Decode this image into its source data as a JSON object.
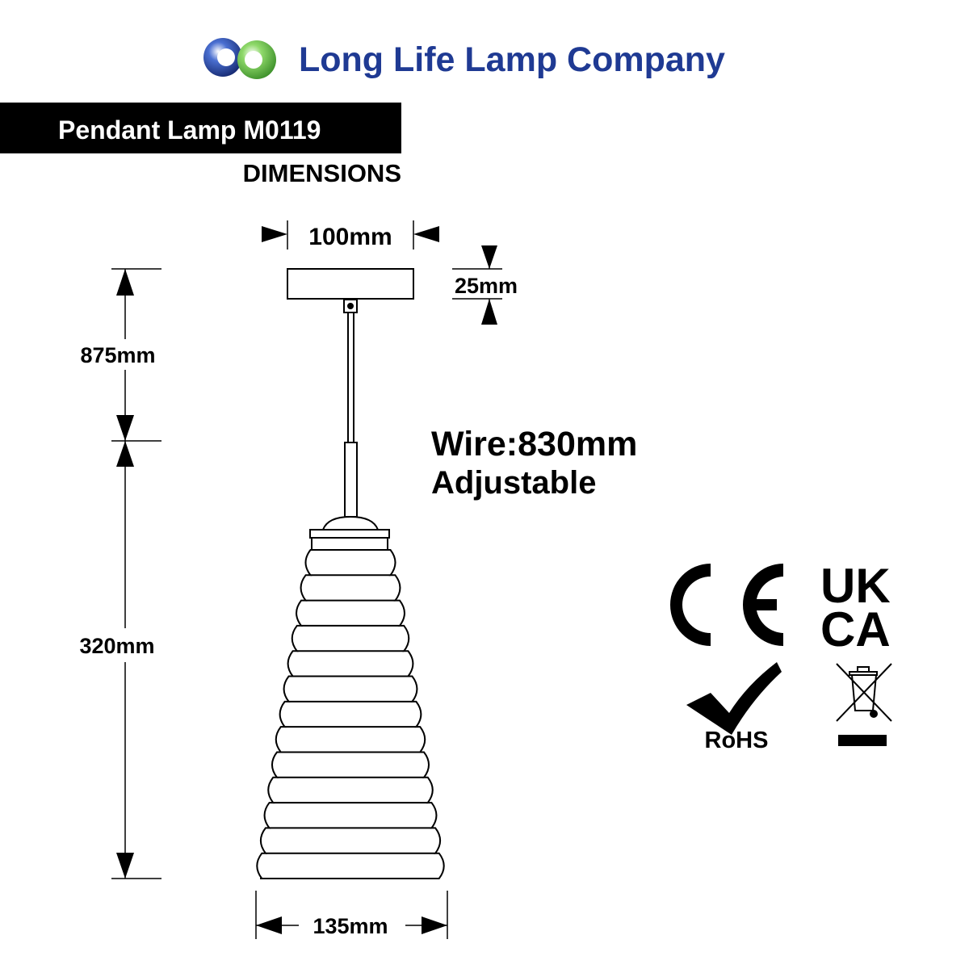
{
  "header": {
    "company_name": "Long Life Lamp Company",
    "logo_icon": "interlocking-rings-logo-icon",
    "brand_color": "#1f3a93",
    "logo_colors": [
      "#1f3a93",
      "#6cc04a"
    ]
  },
  "product": {
    "title": "Pendant Lamp M0119",
    "subtitle": "DIMENSIONS"
  },
  "dimensions": {
    "canopy_width": "100mm",
    "canopy_height": "25mm",
    "total_drop": "875mm",
    "shade_height": "320mm",
    "shade_width": "135mm"
  },
  "wire_note": {
    "line1": "Wire:830mm",
    "line2": "Adjustable"
  },
  "certifications": {
    "ce": "CE",
    "ukca_line1": "UK",
    "ukca_line2": "CA",
    "rohs": "RoHS",
    "icons": [
      "ce-mark-icon",
      "ukca-mark-icon",
      "rohs-check-icon",
      "weee-crossed-bin-icon"
    ]
  }
}
